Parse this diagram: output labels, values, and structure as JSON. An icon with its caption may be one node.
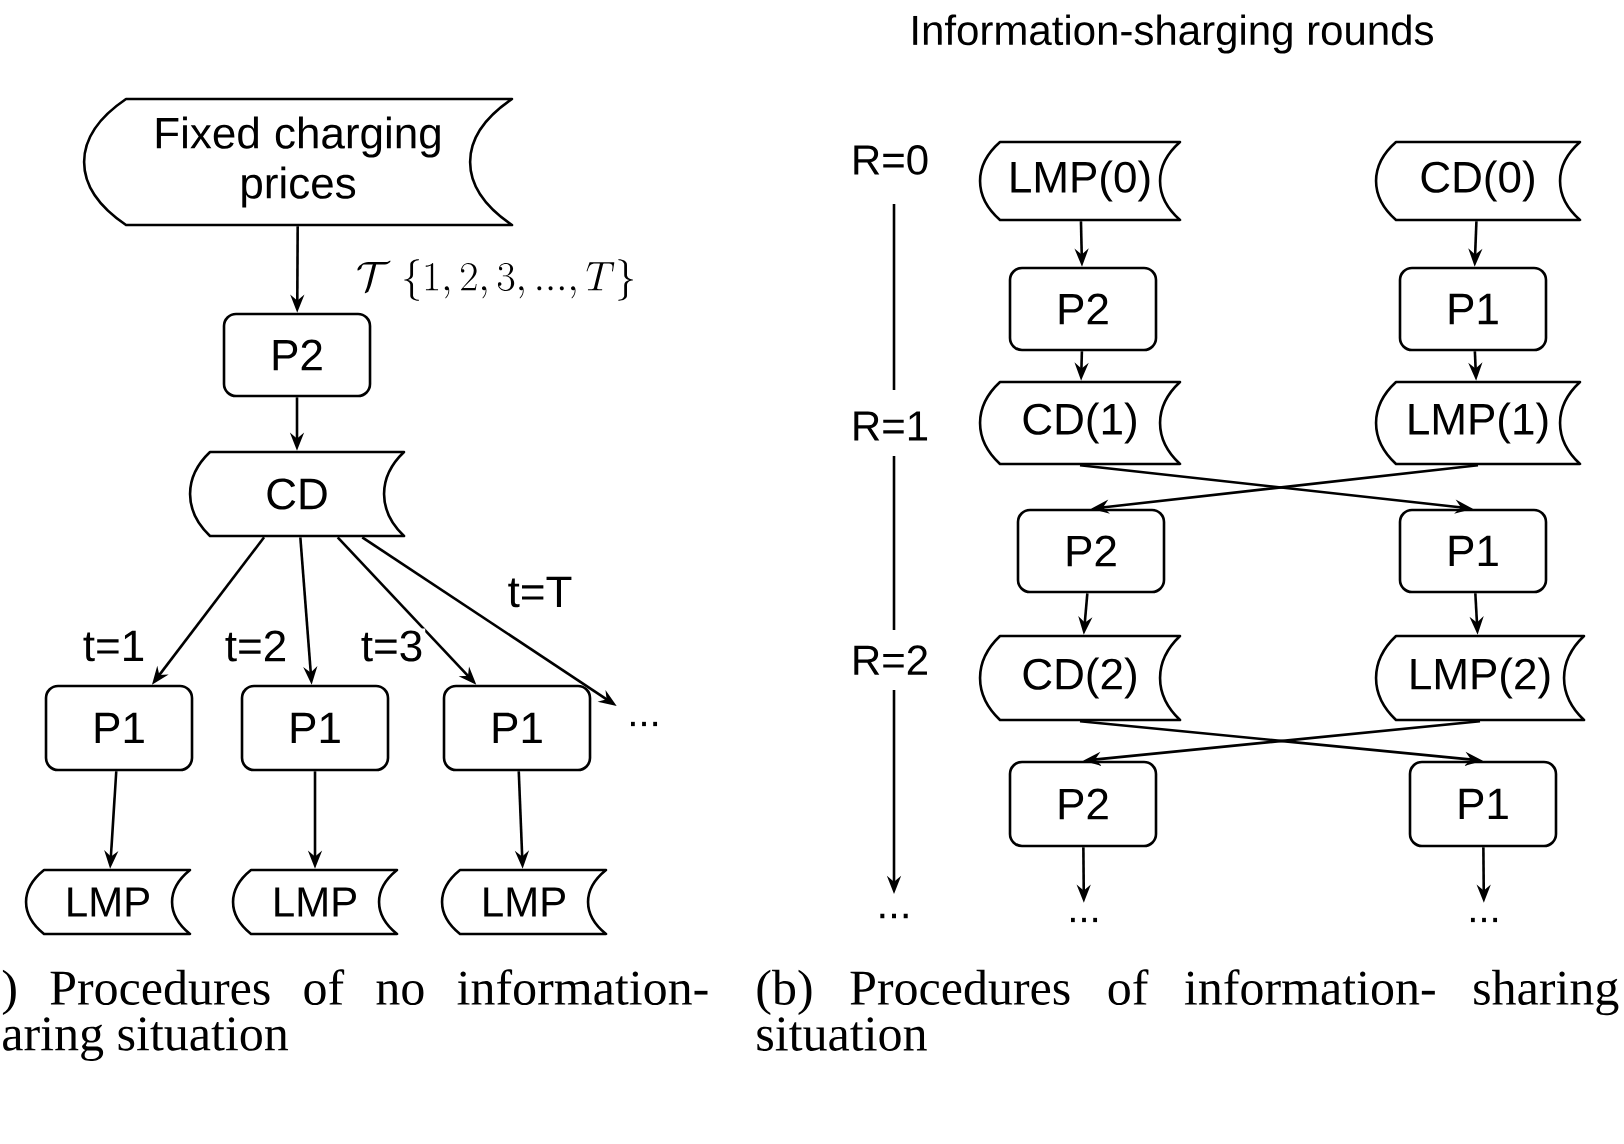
{
  "diagram": {
    "title": "Information-sharging rounds",
    "nodes": [
      {
        "text": [
          "Fixed charging prices"
        ]
      },
      {
        "text": [
          "P2"
        ]
      },
      {
        "text": [
          "CD"
        ]
      },
      {
        "text": [
          "P1"
        ]
      },
      {
        "text": [
          "P1"
        ]
      },
      {
        "text": [
          "P1"
        ]
      },
      {
        "text": [
          "LMP"
        ]
      },
      {
        "text": [
          "LMP"
        ]
      },
      {
        "text": [
          "LMP"
        ]
      },
      {
        "text": [
          "..."
        ]
      },
      {
        "text": [
          "LMP(0)"
        ]
      },
      {
        "text": [
          "CD(0)"
        ]
      },
      {
        "text": [
          "P2"
        ]
      },
      {
        "text": [
          "P1"
        ]
      },
      {
        "text": [
          "CD(1)"
        ]
      },
      {
        "text": [
          "LMP(1)"
        ]
      },
      {
        "text": [
          "P2"
        ]
      },
      {
        "text": [
          "P1"
        ]
      },
      {
        "text": [
          "CD(2)"
        ]
      },
      {
        "text": [
          "LMP(2)"
        ]
      },
      {
        "text": [
          "P2"
        ]
      },
      {
        "text": [
          "P1"
        ]
      },
      {
        "text": [
          "..."
        ]
      },
      {
        "text": [
          "..."
        ]
      }
    ],
    "edges": [
      {
        "from": 0,
        "to": 1,
        "arrow": "to",
        "label": "\\mathcal{T}\\ \\{1,2,3,...,T\\}"
      },
      {
        "from": 1,
        "to": 2,
        "arrow": "to"
      },
      {
        "from": 2,
        "to": 3,
        "arrow": "to",
        "label": "t=1"
      },
      {
        "from": 2,
        "to": 4,
        "arrow": "to",
        "label": "t=2"
      },
      {
        "from": 2,
        "to": 5,
        "arrow": "to",
        "label": "t=3"
      },
      {
        "from": 2,
        "to": 9,
        "arrow": "to",
        "label": "t=T"
      },
      {
        "from": 3,
        "to": 6,
        "arrow": "to"
      },
      {
        "from": 4,
        "to": 7,
        "arrow": "to"
      },
      {
        "from": 5,
        "to": 8,
        "arrow": "to"
      },
      {
        "from": 10,
        "to": 12,
        "arrow": "to"
      },
      {
        "from": 11,
        "to": 13,
        "arrow": "to"
      },
      {
        "from": 12,
        "to": 14,
        "arrow": "to"
      },
      {
        "from": 13,
        "to": 15,
        "arrow": "to"
      },
      {
        "from": 14,
        "to": 17,
        "arrow": "to"
      },
      {
        "from": 15,
        "to": 16,
        "arrow": "to"
      },
      {
        "from": 16,
        "to": 18,
        "arrow": "to"
      },
      {
        "from": 17,
        "to": 19,
        "arrow": "to"
      },
      {
        "from": 18,
        "to": 21,
        "arrow": "to"
      },
      {
        "from": 19,
        "to": 20,
        "arrow": "to"
      },
      {
        "from": 20,
        "to": 22,
        "arrow": "to"
      },
      {
        "from": 21,
        "to": 23,
        "arrow": "to"
      }
    ],
    "labels": [
      "R=0",
      "R=1",
      "R=2",
      "...",
      ") Procedures of no information- aring situation",
      "(b) Procedures of information- sharing situation"
    ]
  }
}
